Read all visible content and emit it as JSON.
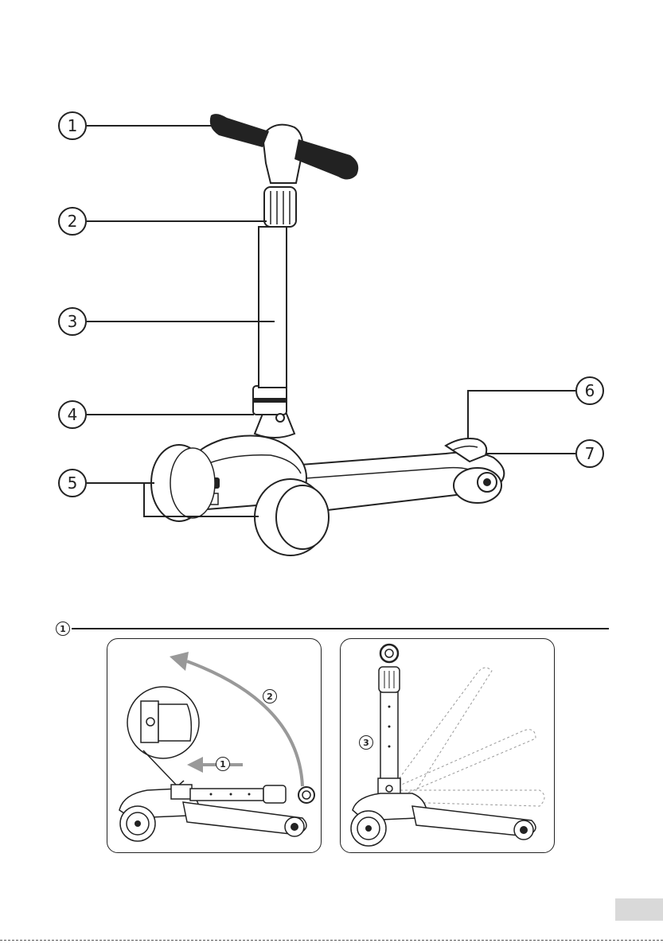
{
  "callouts": [
    "1",
    "2",
    "3",
    "4",
    "5",
    "6",
    "7"
  ],
  "section_number": "1",
  "step_labels": [
    "1",
    "2",
    "3"
  ],
  "icons": [
    "scooter-illustration",
    "scooter-folding-illustration",
    "scooter-folded-illustration",
    "arrow-icon"
  ]
}
